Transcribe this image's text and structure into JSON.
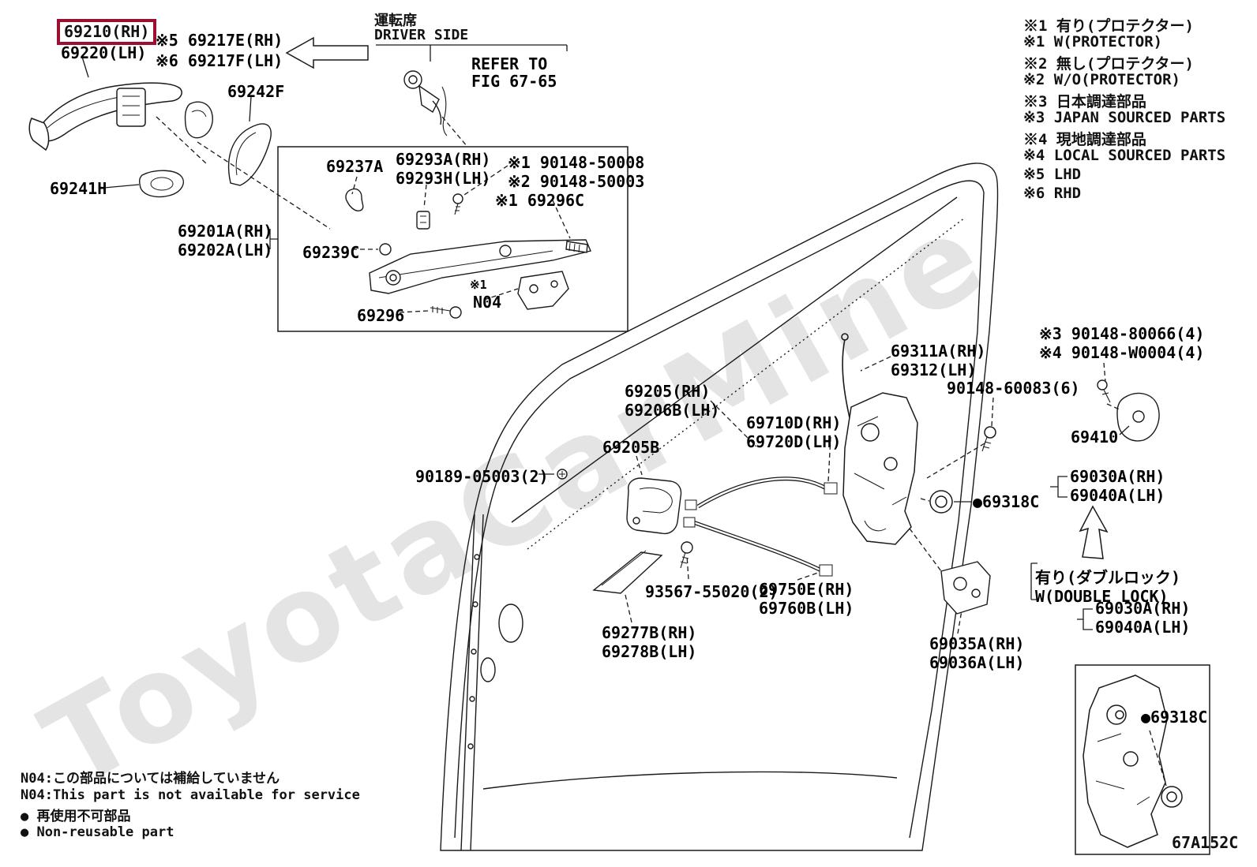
{
  "diagram": {
    "code": "67A152C",
    "watermark": "ToyotaCarMine",
    "highlight_color": "#9d0f30"
  },
  "header": {
    "driver_side_jp": "運転席",
    "driver_side_en": "DRIVER SIDE",
    "refer_line1": "REFER TO",
    "refer_line2": "FIG 67-65"
  },
  "legend": {
    "items": [
      "※1 有り(プロテクター)",
      "※1 W(PROTECTOR)",
      "※2 無し(プロテクター)",
      "※2 W/O(PROTECTOR)",
      "※3 日本調達部品",
      "※3 JAPAN SOURCED PARTS",
      "※4 現地調達部品",
      "※4 LOCAL SOURCED PARTS",
      "※5 LHD",
      "※6 RHD"
    ]
  },
  "parts": {
    "p69210_rh": "69210(RH)",
    "p69220_lh": "69220(LH)",
    "p69217e_rh": "※5 69217E(RH)",
    "p69217f_lh": "※6 69217F(LH)",
    "p69242f": "69242F",
    "p69241h": "69241H",
    "p69237a": "69237A",
    "p69293a_rh": "69293A(RH)",
    "p69293h_lh": "69293H(LH)",
    "p90148_50008": "※1 90148-50008",
    "p90148_50003": "※2 90148-50003",
    "p69296c": "※1 69296C",
    "p69201a_rh": "69201A(RH)",
    "p69202a_lh": "69202A(LH)",
    "p69239c": "69239C",
    "p69296": "69296",
    "n04_star": "※1",
    "n04": "N04",
    "p69311a_rh": "69311A(RH)",
    "p69312_lh": "69312(LH)",
    "p90148_80066": "※3 90148-80066(4)",
    "p90148_w0004": "※4 90148-W0004(4)",
    "p90148_60083": "90148-60083(6)",
    "p69410": "69410",
    "p69205_rh": "69205(RH)",
    "p69206b_lh": "69206B(LH)",
    "p69710d_rh": "69710D(RH)",
    "p69720d_lh": "69720D(LH)",
    "p69205b": "69205B",
    "p90189_05003": "90189-05003(2)",
    "p69030a_rh_mid": "69030A(RH)",
    "p69040a_lh_mid": "69040A(LH)",
    "p69318c_mid": "●69318C",
    "p93567_55020": "93567-55020(2)",
    "p69750e_rh": "69750E(RH)",
    "p69760b_lh": "69760B(LH)",
    "p69277b_rh": "69277B(RH)",
    "p69278b_lh": "69278B(LH)",
    "p69035a_rh": "69035A(RH)",
    "p69036a_lh": "69036A(LH)",
    "double_lock_jp": "有り(ダブルロック)",
    "double_lock_en": "W(DOUBLE LOCK)",
    "p69030a_rh_bot": "69030A(RH)",
    "p69040a_lh_bot": "69040A(LH)",
    "p69318c_bot": "●69318C"
  },
  "footnotes": {
    "n04_jp": "N04:この部品については補給していません",
    "n04_en": "N04:This part is not available for service",
    "reuse_jp": "● 再使用不可部品",
    "reuse_en": "● Non-reusable part"
  }
}
